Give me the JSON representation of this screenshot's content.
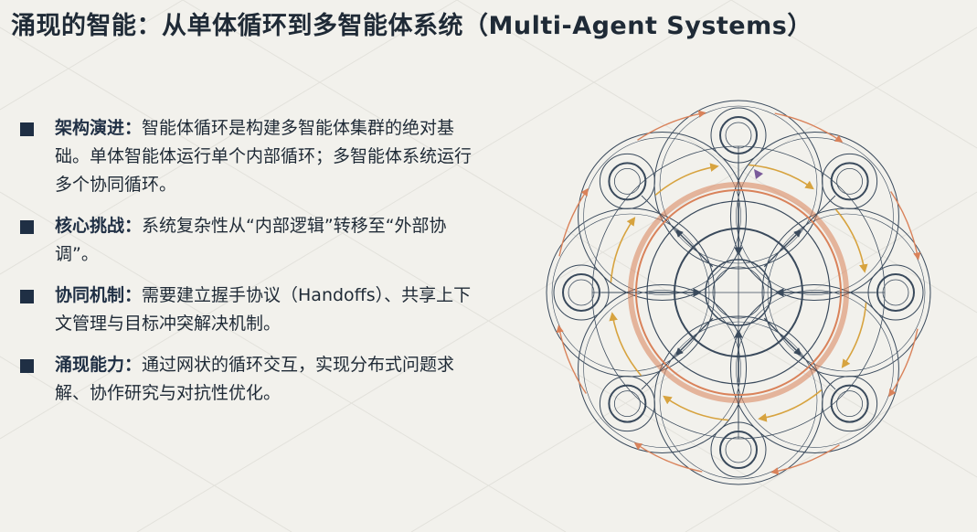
{
  "title": "涌现的智能：从单体循环到多智能体系统（Multi-Agent Systems）",
  "bullets": [
    {
      "label": "架构演进：",
      "text": "智能体循环是构建多智能体集群的绝对基础。单体智能体运行单个内部循环；多智能体系统运行多个协同循环。"
    },
    {
      "label": "核心挑战：",
      "text": "系统复杂性从“内部逻辑”转移至“外部协调”。"
    },
    {
      "label": "协同机制：",
      "text": "需要建立握手协议（Handoffs）、共享上下文管理与目标冲突解决机制。"
    },
    {
      "label": "涌现能力：",
      "text": "通过网状的循环交互，实现分布式问题求解、协作研究与对抗性优化。"
    }
  ],
  "diagram": {
    "colors": {
      "ink": "#3a4a5c",
      "orange": "#d9825a",
      "gold": "#d7a33f",
      "purple": "#7a5a9a"
    },
    "outer_agent_count": 8
  }
}
